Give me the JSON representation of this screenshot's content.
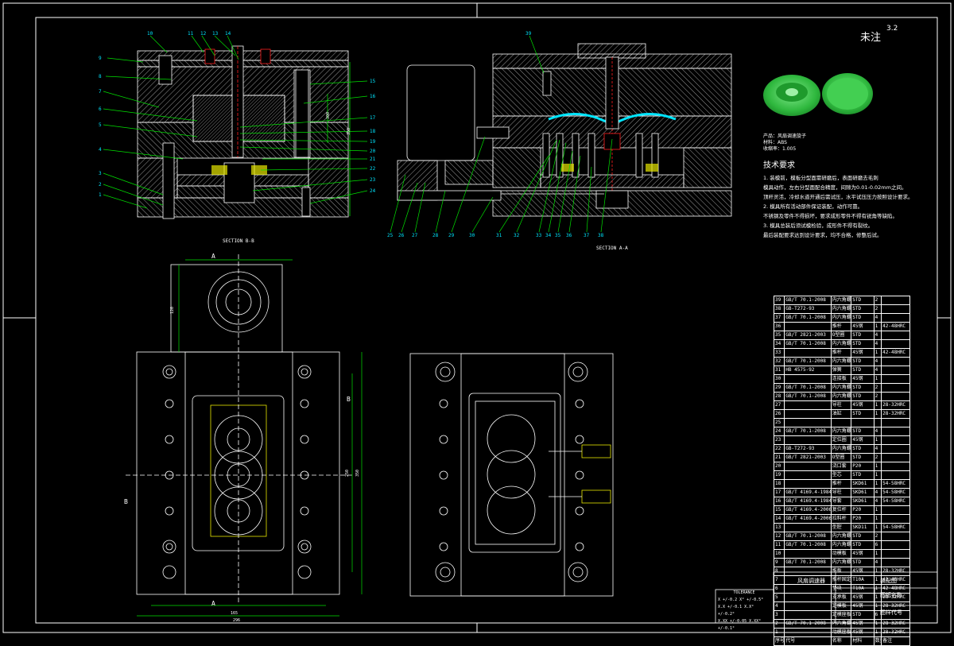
{
  "roughness": {
    "label": "未注",
    "value": "3.2"
  },
  "sections": {
    "bb": "SECTION B-B",
    "aa": "SECTION A-A"
  },
  "cut_labels": {
    "a": "A",
    "b": "B"
  },
  "product_info": {
    "product": "产品：风扇调速旋子",
    "material": "材料：ABS",
    "shrink": "收缩率：1.005"
  },
  "tech_req": {
    "title": "技术要求",
    "lines": [
      "1. 装模前，模板分型面需研磨后，表面研磨去毛刺",
      "模具动作，左右分型面配合精度，间隙为0.01-0.02mm之间。",
      "顶杆灵活，冷却水道开通后需试压，水平试压压力按照设计要求。",
      "2. 模具所有活动部件保证装配，动作可靠。",
      "不锈钢及零件不得损坏，要求成形零件不得有锐角等缺陷。",
      "3. 模具总装后须试模检验，成形件不得有裂纹。",
      "最后装配要求达到设计要求，均不合格，修整后试。"
    ]
  },
  "callouts_left": [
    "9",
    "8",
    "7",
    "6",
    "5",
    "4",
    "3",
    "2",
    "1"
  ],
  "callouts_top": [
    "10",
    "11",
    "12",
    "13",
    "14"
  ],
  "callouts_right": [
    "15",
    "16",
    "17",
    "18",
    "19",
    "20",
    "21",
    "22",
    "23",
    "24"
  ],
  "callouts_bottom": [
    "25",
    "26",
    "27",
    "28",
    "29",
    "30",
    "31",
    "32",
    "33",
    "34",
    "35",
    "36",
    "37",
    "38"
  ],
  "callout_39": "39",
  "bom": {
    "rows": [
      [
        "39",
        "GB/T 70.1-2008",
        "内六角螺钉",
        "STD",
        "2",
        ""
      ],
      [
        "38",
        "GB-T272-93",
        "内六角螺钉",
        "STD",
        "2",
        ""
      ],
      [
        "37",
        "GB/T 70.1-2008",
        "内六角螺钉",
        "STD",
        "4",
        ""
      ],
      [
        "36",
        "",
        "推杆",
        "45钢",
        "1",
        "42-48HRC"
      ],
      [
        "35",
        "GB/T 2821-2003",
        "O型圈",
        "STD",
        "4",
        ""
      ],
      [
        "34",
        "GB/T 70.1-2008",
        "内六角螺钉",
        "STD",
        "4",
        ""
      ],
      [
        "33",
        "",
        "推杆",
        "45钢",
        "1",
        "42-48HRC"
      ],
      [
        "32",
        "GB/T 70.1-2008",
        "内六角螺钉",
        "STD",
        "4",
        ""
      ],
      [
        "31",
        "HB 4575-92",
        "弹簧",
        "STD",
        "4",
        ""
      ],
      [
        "30",
        "",
        "连接板",
        "45钢",
        "1",
        ""
      ],
      [
        "29",
        "GB/T 70.1-2008",
        "内六角螺钉",
        "STD",
        "2",
        ""
      ],
      [
        "28",
        "GB/T 70.1-2008",
        "内六角螺钉",
        "STD",
        "2",
        ""
      ],
      [
        "27",
        "",
        "导柱",
        "45钢",
        "1",
        "28-32HRC"
      ],
      [
        "26",
        "",
        "油缸",
        "STD",
        "1",
        "28-32HRC"
      ],
      [
        "25",
        "",
        "",
        "",
        "",
        ""
      ],
      [
        "24",
        "GB/T 70.1-2008",
        "内六角螺钉",
        "STD",
        "4",
        ""
      ],
      [
        "23",
        "",
        "定位圈",
        "45钢",
        "1",
        ""
      ],
      [
        "22",
        "GB-T272-93",
        "内六角螺钉",
        "STD",
        "4",
        ""
      ],
      [
        "21",
        "GB/T 2821-2003",
        "O型圈",
        "STD",
        "2",
        ""
      ],
      [
        "20",
        "",
        "浇口套",
        "P20",
        "1",
        ""
      ],
      [
        "19",
        "",
        "型芯",
        "STD",
        "1",
        ""
      ],
      [
        "18",
        "",
        "推杆",
        "SKD61",
        "1",
        "54-58HRC"
      ],
      [
        "17",
        "GB/T 4169.4-1984",
        "导柱",
        "SKD61",
        "4",
        "54-58HRC"
      ],
      [
        "16",
        "GB/T 4169.4-1984",
        "导套",
        "SKD61",
        "4",
        "54-58HRC"
      ],
      [
        "15",
        "GB/T 4169.4-2006",
        "复位杆",
        "P20",
        "1",
        ""
      ],
      [
        "14",
        "GB/T 4169.4-2006",
        "拉料杆",
        "P20",
        "1",
        ""
      ],
      [
        "13",
        "",
        "型腔",
        "SKD11",
        "1",
        "54-58HRC"
      ],
      [
        "12",
        "GB/T 70.1-2008",
        "内六角螺钉",
        "STD",
        "2",
        ""
      ],
      [
        "11",
        "GB/T 70.1-2008",
        "内六角螺钉",
        "STD",
        "6",
        ""
      ],
      [
        "10",
        "",
        "动模板",
        "45钢",
        "1",
        ""
      ],
      [
        "9",
        "GB/T 70.1-2008",
        "内六角螺钉",
        "STD",
        "4",
        ""
      ],
      [
        "8",
        "",
        "推板",
        "45钢",
        "1",
        "28-32HRC"
      ],
      [
        "7",
        "",
        "推杆固定板",
        "T10A",
        "1",
        "42-48HRC"
      ],
      [
        "6",
        "",
        "垫块",
        "T10A",
        "1",
        "42-48HRC"
      ],
      [
        "5",
        "",
        "支承板",
        "45钢",
        "1",
        "28-32HRC"
      ],
      [
        "4",
        "",
        "定模板",
        "45钢",
        "1",
        "28-32HRC"
      ],
      [
        "3",
        "",
        "定模座板",
        "STD",
        "6",
        ""
      ],
      [
        "2",
        "GB/T 70.1-2008",
        "内六角螺钉",
        "45钢",
        "1",
        "28-32HRC"
      ],
      [
        "1",
        "",
        "动模座板",
        "45钢",
        "1",
        "28-32HRC"
      ]
    ],
    "header": [
      "序号",
      "代号",
      "名称",
      "材料",
      "数量",
      "备注"
    ]
  },
  "title_block": {
    "product_name": "风扇调速器",
    "drawing": "装配图",
    "school": "图纸名称",
    "code": "图样代号"
  },
  "tolerance": {
    "title": "TOLERANCE",
    "rows": [
      "X   +/-0.2   X°  +/-0.5°",
      "X.X +/-0.1   X.X° +/-0.2°",
      "X.XX +/-0.05 X.XX° +/-0.1°"
    ]
  },
  "dims": {
    "d1": "120",
    "d2": "165",
    "d3": "296",
    "d4": "350",
    "d5": "250",
    "d6": "350",
    "d7": "300"
  },
  "colors": {
    "line": "#ffffff",
    "green": "#00e000",
    "cyan": "#00e5ff",
    "red": "#ff2020",
    "yellow": "#e8e800",
    "accent_part": "#3cc84b"
  }
}
